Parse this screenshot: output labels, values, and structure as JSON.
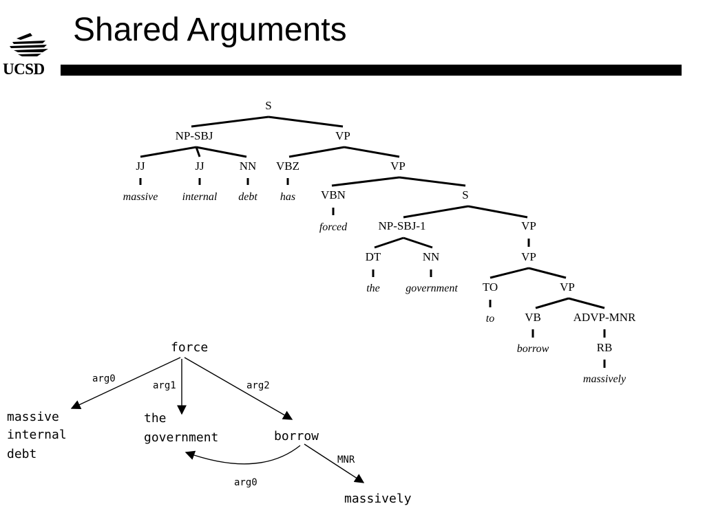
{
  "slide": {
    "title": "Shared Arguments",
    "logo": {
      "icon": "ucsd-triton-icon",
      "text": "UCSD"
    }
  },
  "tree": {
    "labels": {
      "s_root": "S",
      "np_sbj": "NP-SBJ",
      "vp_1": "VP",
      "jj_1": "JJ",
      "jj_2": "JJ",
      "nn_1": "NN",
      "vbz": "VBZ",
      "vp_2": "VP",
      "vbn": "VBN",
      "s_2": "S",
      "np_sbj_1": "NP-SBJ-1",
      "vp_3": "VP",
      "dt": "DT",
      "nn_2": "NN",
      "vp_4": "VP",
      "to": "TO",
      "vp_5": "VP",
      "vb": "VB",
      "advp_mnr": "ADVP-MNR",
      "rb": "RB"
    },
    "words": {
      "massive": "massive",
      "internal": "internal",
      "debt": "debt",
      "has": "has",
      "forced": "forced",
      "the": "the",
      "government": "government",
      "to": "to",
      "borrow": "borrow",
      "massively": "massively"
    }
  },
  "pa": {
    "nodes": {
      "force": "force",
      "a0_line1": "massive",
      "a0_line2": "internal",
      "a0_line3": "debt",
      "gov_line1": "the",
      "gov_line2": "government",
      "borrow": "borrow",
      "massively": "massively"
    },
    "edges": {
      "arg0": "arg0",
      "arg1": "arg1",
      "arg2": "arg2",
      "arg0_shared": "arg0",
      "mnr": "MNR"
    }
  }
}
